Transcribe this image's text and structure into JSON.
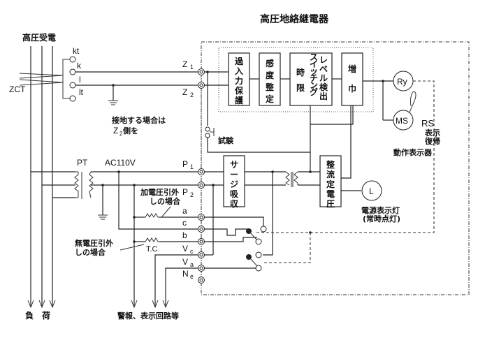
{
  "title": "高圧地絡継電器",
  "labels": {
    "hv_receive": "高圧受電",
    "zct": "ZCT",
    "kt": "kt",
    "k": "k",
    "l": "l",
    "lt": "lt",
    "ground_note_1": "接地する場合は",
    "ground_note_2": "Z",
    "ground_note_2_sub": "2",
    "ground_note_2_tail": " 側を",
    "test": "試験",
    "pt": "PT",
    "ac110v": "AC110V",
    "apply_v_1": "加電圧引外",
    "apply_v_2": "しの場合",
    "no_v_1": "無電圧引外",
    "no_v_2": "しの場合",
    "tc": "T.C",
    "load": "負　荷",
    "alarm": "警報、表示回路等",
    "rs": "RS",
    "reset_1": "表示",
    "reset_2": "復帰",
    "indicator": "動作表示器",
    "lamp_1": "電源表示灯",
    "lamp_2": "(常時点灯)",
    "ry": "Ry",
    "ms": "MS",
    "lamp": "L"
  },
  "terminals": [
    {
      "name": "Z",
      "sub": "1"
    },
    {
      "name": "Z",
      "sub": "2"
    },
    {
      "name": "P",
      "sub": "1"
    },
    {
      "name": "P",
      "sub": "2"
    },
    {
      "name": "a",
      "sub": ""
    },
    {
      "name": "c",
      "sub": ""
    },
    {
      "name": "b",
      "sub": ""
    },
    {
      "name": "V",
      "sub": "c"
    },
    {
      "name": "V",
      "sub": "a"
    },
    {
      "name": "N",
      "sub": "e"
    }
  ],
  "blocks": {
    "overinput": [
      "過",
      "入",
      "力",
      "保",
      "護"
    ],
    "sensitivity": [
      "感",
      "度",
      "整",
      "定"
    ],
    "level_1": [
      "レ",
      "ベ",
      "ル",
      "検",
      "出"
    ],
    "level_2": [
      "ス",
      "イ",
      "ッ",
      "チ",
      "ン",
      "グ"
    ],
    "level_3": [
      "時",
      "限"
    ],
    "amp": [
      "増",
      "巾"
    ],
    "surge": [
      "サ",
      "ー",
      "ジ",
      "吸",
      "収"
    ],
    "rectifier": [
      "整",
      "流",
      "定",
      "電",
      "圧"
    ]
  }
}
